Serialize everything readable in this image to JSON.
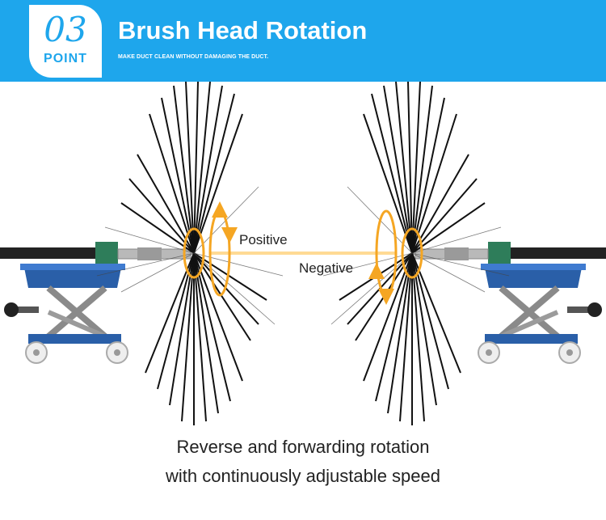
{
  "header": {
    "point_number": "03",
    "point_label": "POINT",
    "title": "Brush Head Rotation",
    "subtitle": "MAKE DUCT CLEAN WITHOUT DAMAGING THE DUCT."
  },
  "labels": {
    "positive": "Positive",
    "negative": "Negative"
  },
  "caption": {
    "line1": "Reverse and forwarding rotation",
    "line2": "with continuously adjustable speed"
  },
  "colors": {
    "accent": "#1ea6ec",
    "arrow": "#f5a623",
    "stand": "#2a5fa8"
  }
}
